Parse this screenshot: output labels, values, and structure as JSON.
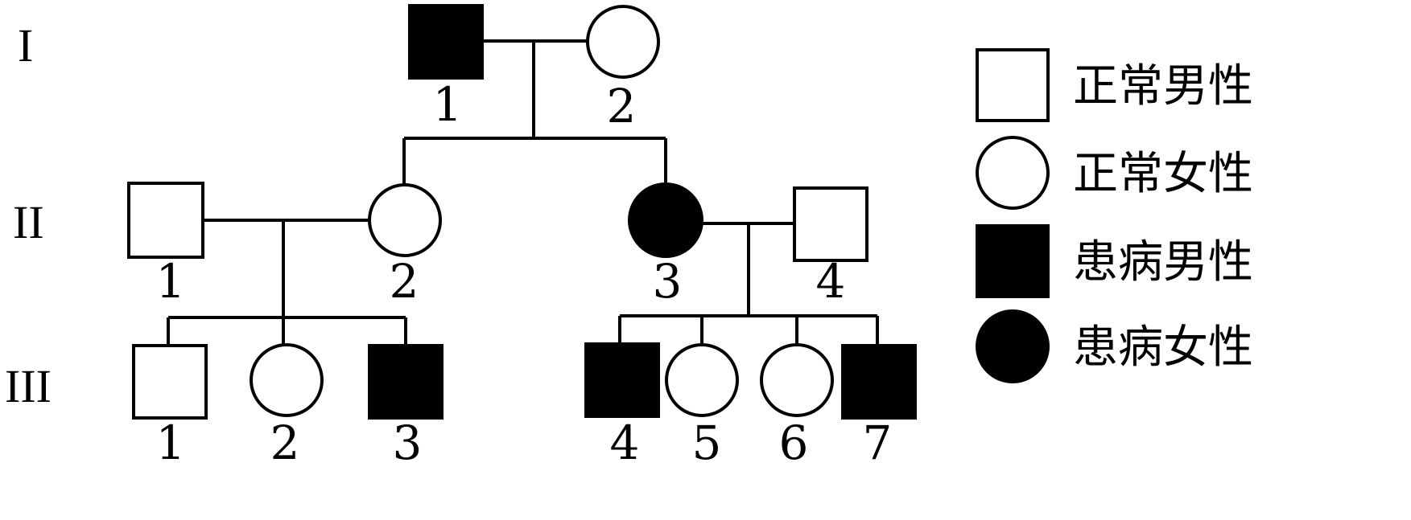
{
  "generations": [
    {
      "id": "gen-1",
      "label": "I"
    },
    {
      "id": "gen-2",
      "label": "II"
    },
    {
      "id": "gen-3",
      "label": "III"
    }
  ],
  "individuals": [
    {
      "id": "I-1",
      "label": "1",
      "sex": "male",
      "affected": true
    },
    {
      "id": "I-2",
      "label": "2",
      "sex": "female",
      "affected": false
    },
    {
      "id": "II-1",
      "label": "1",
      "sex": "male",
      "affected": false
    },
    {
      "id": "II-2",
      "label": "2",
      "sex": "female",
      "affected": false
    },
    {
      "id": "II-3",
      "label": "3",
      "sex": "female",
      "affected": true
    },
    {
      "id": "II-4",
      "label": "4",
      "sex": "male",
      "affected": false
    },
    {
      "id": "III-1",
      "label": "1",
      "sex": "male",
      "affected": false
    },
    {
      "id": "III-2",
      "label": "2",
      "sex": "female",
      "affected": false
    },
    {
      "id": "III-3",
      "label": "3",
      "sex": "male",
      "affected": true
    },
    {
      "id": "III-4",
      "label": "4",
      "sex": "male",
      "affected": true
    },
    {
      "id": "III-5",
      "label": "5",
      "sex": "female",
      "affected": false
    },
    {
      "id": "III-6",
      "label": "6",
      "sex": "female",
      "affected": false
    },
    {
      "id": "III-7",
      "label": "7",
      "sex": "male",
      "affected": true
    }
  ],
  "legend": [
    {
      "id": "normal-male",
      "label": "正常男性",
      "sex": "male",
      "affected": false
    },
    {
      "id": "normal-female",
      "label": "正常女性",
      "sex": "female",
      "affected": false
    },
    {
      "id": "affected-male",
      "label": "患病男性",
      "sex": "male",
      "affected": true
    },
    {
      "id": "affected-female",
      "label": "患病女性",
      "sex": "female",
      "affected": true
    }
  ],
  "colors": {
    "affected": "#000000",
    "normal": "#ffffff",
    "stroke": "#000000"
  }
}
